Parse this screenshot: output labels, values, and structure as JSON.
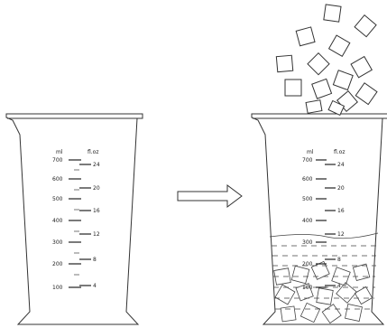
{
  "left_jug": {
    "unit_ml": "ml",
    "unit_floz": "fl.oz",
    "ml_marks": [
      "700",
      "600",
      "500",
      "400",
      "300",
      "200",
      "100"
    ],
    "floz_marks": [
      "24",
      "20",
      "16",
      "12",
      "8",
      "4"
    ]
  },
  "right_jug": {
    "unit_ml": "ml",
    "unit_floz": "fl.oz",
    "ml_marks": [
      "700",
      "600",
      "500",
      "400",
      "300",
      "200",
      "100"
    ],
    "floz_marks": [
      "24",
      "20",
      "16",
      "12",
      "8",
      "4"
    ]
  },
  "arrow": {
    "direction": "right"
  },
  "ice_cubes": {
    "count_falling": 14,
    "count_in_jug": 14
  }
}
